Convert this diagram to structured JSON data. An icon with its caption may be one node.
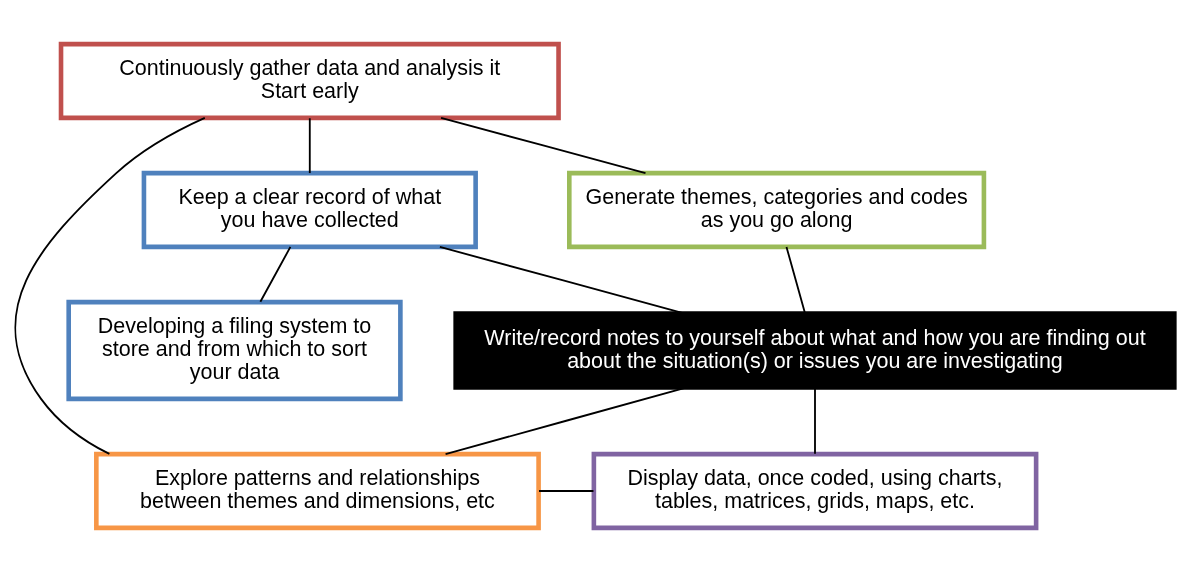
{
  "diagram": {
    "nodes": [
      {
        "text": [
          "Continuously gather data and analysis it",
          "Start early"
        ]
      },
      {
        "text": [
          "Generate themes, categories and codes as you go along"
        ]
      },
      {
        "text": [
          "Keep a clear record of what you have collected"
        ]
      },
      {
        "text": [
          "Write/record notes to yourself about what and how you are finding out about the situation(s) or issues you are investigating"
        ]
      },
      {
        "text": [
          "Developing a filing system to store and from which to sort your data"
        ]
      },
      {
        "text": [
          "Explore patterns and relationships between themes and dimensions, etc"
        ]
      },
      {
        "text": [
          "Display data, once coded, using charts, tables, matrices, grids, maps, etc."
        ]
      }
    ],
    "edges": [
      {
        "from": 0,
        "to": 1,
        "arrow": "none"
      },
      {
        "from": 0,
        "to": 2,
        "arrow": "none"
      },
      {
        "from": 0,
        "to": 5,
        "arrow": "none"
      },
      {
        "from": 1,
        "to": 3,
        "arrow": "none"
      },
      {
        "from": 2,
        "to": 3,
        "arrow": "none"
      },
      {
        "from": 2,
        "to": 4,
        "arrow": "none"
      },
      {
        "from": 3,
        "to": 5,
        "arrow": "none"
      },
      {
        "from": 3,
        "to": 6,
        "arrow": "none"
      },
      {
        "from": 5,
        "to": 6,
        "arrow": "none"
      }
    ]
  }
}
